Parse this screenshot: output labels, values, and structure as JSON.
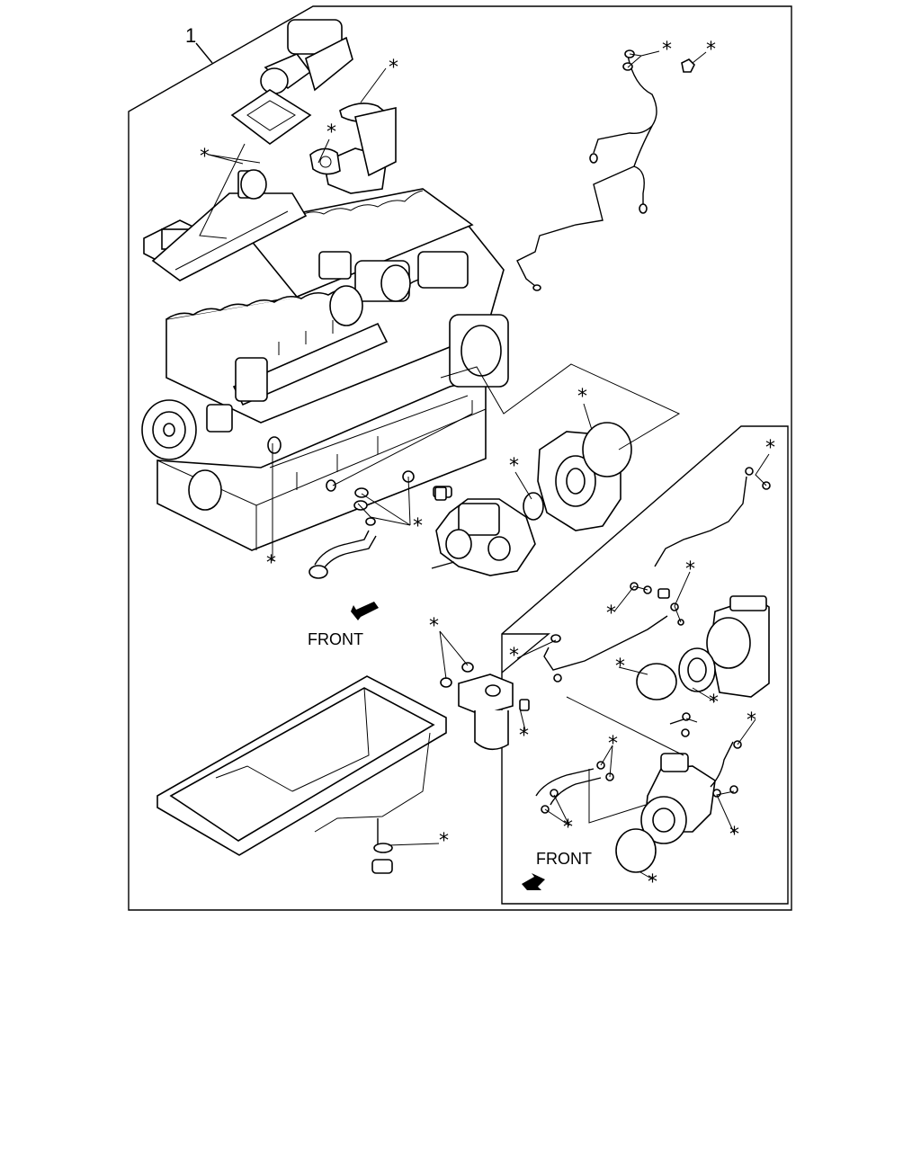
{
  "callouts": {
    "item_number": "1",
    "front_main": "FRONT",
    "front_sub": "FRONT",
    "star": "*"
  },
  "colors": {
    "ink": "#000000",
    "paper": "#ffffff"
  }
}
